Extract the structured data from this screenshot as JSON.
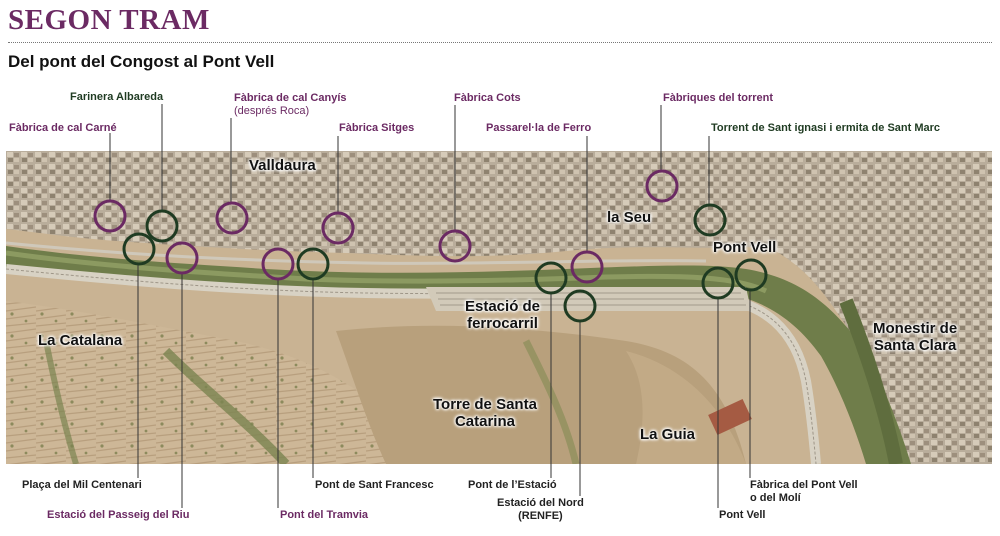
{
  "header": {
    "title": "SEGON TRAM",
    "subtitle": "Del pont del Congost al Pont Vell"
  },
  "colors": {
    "fabriques": "#6b2a63",
    "ponts": "#1f3b22"
  },
  "labels": {
    "farinera_albareda": "Farinera Albareda",
    "fabrica_cal_carne": "Fàbrica de cal Carné",
    "fabrica_cal_canyis": "Fàbrica de cal Canyís",
    "fabrica_cal_canyis_note": "(després Roca)",
    "fabrica_sitges": "Fàbrica Sitges",
    "fabrica_cots": "Fàbrica Cots",
    "passarella_ferro": "Passarel·la de Ferro",
    "fabriques_torrent": "Fàbriques del torrent",
    "torrent_sant_ignasi": "Torrent de Sant ignasi i ermita de Sant Marc",
    "placa_mil_centenari": "Plaça del Mil Centenari",
    "estacio_passeig_riu": "Estació del Passeig del Riu",
    "pont_tramvia": "Pont del Tramvia",
    "pont_sant_francesc": "Pont de Sant Francesc",
    "pont_estacio": "Pont de l’Estació",
    "estacio_nord": "Estació del Nord",
    "estacio_nord_note": "(RENFE)",
    "fabrica_pont_vell": "Fàbrica del Pont Vell",
    "fabrica_pont_vell_note": "o del Molí",
    "pont_vell_bottom": "Pont Vell"
  },
  "places": {
    "valldaura": "Valldaura",
    "la_seu": "la Seu",
    "pont_vell": "Pont Vell",
    "estacio_1": "Estació de",
    "estacio_2": "ferrocarril",
    "la_catalana": "La Catalana",
    "monestir_1": "Monestir de",
    "monestir_2": "Santa Clara",
    "torre_1": "Torre de Santa",
    "torre_2": "Catarina",
    "la_guia": "La Guia"
  }
}
